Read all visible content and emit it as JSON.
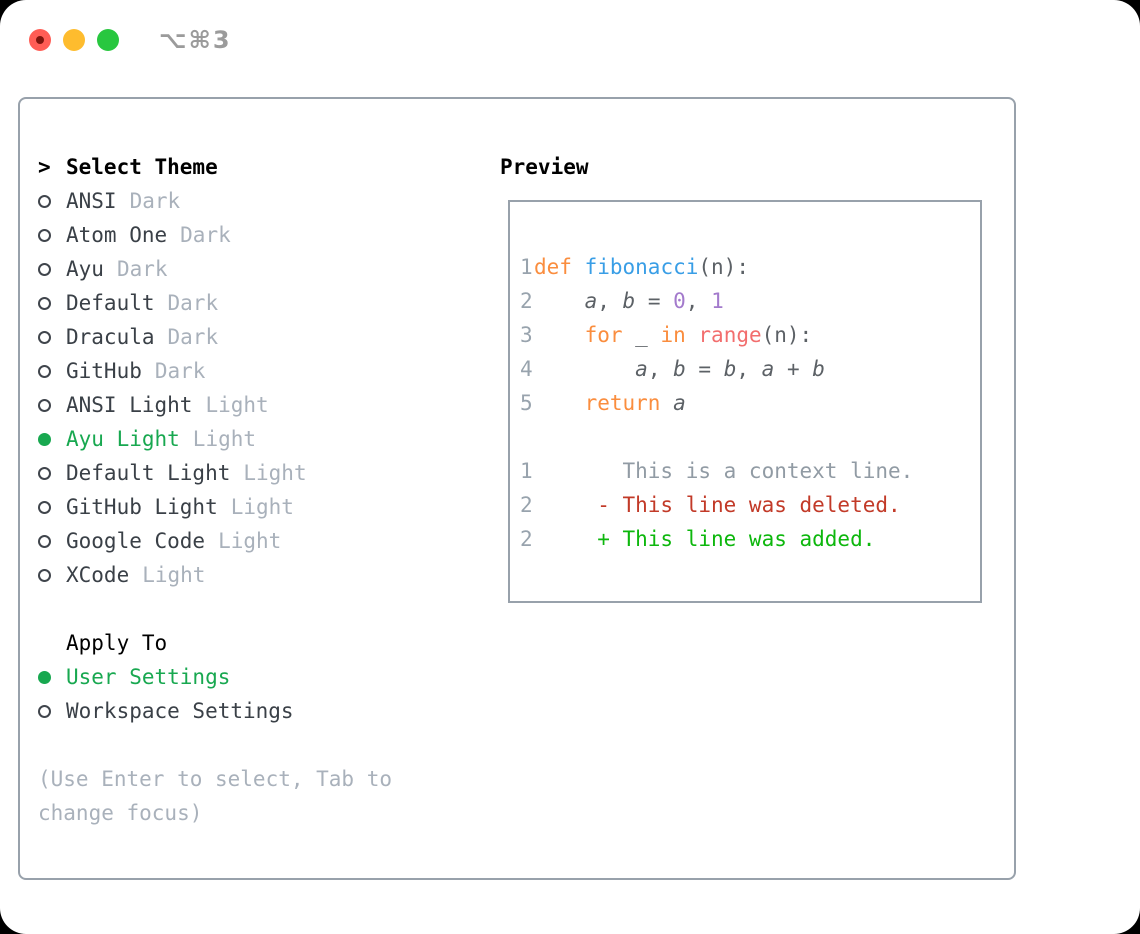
{
  "colors": {
    "green": "#18a850",
    "kw": "#fa8d3e",
    "fn": "#399ee6",
    "num": "#a37acc",
    "call": "#f26e6e",
    "code": "#5c6166",
    "ctx": "#919ba4",
    "del": "#c23a28",
    "add": "#0db70d",
    "border": "#98a1ab",
    "muted": "#a9b1bb",
    "nametext": "#3a4047",
    "lnum": "#98a3ad",
    "titlegray": "#9b9b9b"
  },
  "titlebar": {
    "shortcut": "⌥⌘3"
  },
  "panel": {
    "prompt": ">",
    "title": "Select Theme",
    "themes": [
      {
        "name": "ANSI",
        "variant": "Dark",
        "selected": false
      },
      {
        "name": "Atom One",
        "variant": "Dark",
        "selected": false
      },
      {
        "name": "Ayu",
        "variant": "Dark",
        "selected": false
      },
      {
        "name": "Default",
        "variant": "Dark",
        "selected": false
      },
      {
        "name": "Dracula",
        "variant": "Dark",
        "selected": false
      },
      {
        "name": "GitHub",
        "variant": "Dark",
        "selected": false
      },
      {
        "name": "ANSI Light",
        "variant": "Light",
        "selected": false
      },
      {
        "name": "Ayu Light",
        "variant": "Light",
        "selected": true
      },
      {
        "name": "Default Light",
        "variant": "Light",
        "selected": false
      },
      {
        "name": "GitHub Light",
        "variant": "Light",
        "selected": false
      },
      {
        "name": "Google Code",
        "variant": "Light",
        "selected": false
      },
      {
        "name": "XCode",
        "variant": "Light",
        "selected": false
      }
    ],
    "apply_title": "Apply To",
    "apply_options": [
      {
        "label": "User Settings",
        "selected": true
      },
      {
        "label": "Workspace Settings",
        "selected": false
      }
    ],
    "hint": "(Use Enter to select, Tab to change focus)"
  },
  "preview": {
    "title": "Preview",
    "code_lines": [
      {
        "num": "1",
        "tokens": [
          {
            "t": "def",
            "c": "kw"
          },
          {
            "t": " "
          },
          {
            "t": "fibonacci",
            "c": "fn"
          },
          {
            "t": "(n):"
          }
        ]
      },
      {
        "num": "2",
        "tokens": [
          {
            "t": "    "
          },
          {
            "t": "a",
            "c": "var"
          },
          {
            "t": ", "
          },
          {
            "t": "b",
            "c": "var"
          },
          {
            "t": " = "
          },
          {
            "t": "0",
            "c": "num"
          },
          {
            "t": ", "
          },
          {
            "t": "1",
            "c": "num"
          }
        ]
      },
      {
        "num": "3",
        "tokens": [
          {
            "t": "    "
          },
          {
            "t": "for",
            "c": "kw"
          },
          {
            "t": " _ "
          },
          {
            "t": "in",
            "c": "kw"
          },
          {
            "t": " "
          },
          {
            "t": "range",
            "c": "call"
          },
          {
            "t": "(n):"
          }
        ]
      },
      {
        "num": "4",
        "tokens": [
          {
            "t": "        "
          },
          {
            "t": "a",
            "c": "var"
          },
          {
            "t": ", "
          },
          {
            "t": "b",
            "c": "var"
          },
          {
            "t": " = "
          },
          {
            "t": "b",
            "c": "var"
          },
          {
            "t": ", "
          },
          {
            "t": "a",
            "c": "var"
          },
          {
            "t": " + "
          },
          {
            "t": "b",
            "c": "var"
          }
        ]
      },
      {
        "num": "5",
        "tokens": [
          {
            "t": "    "
          },
          {
            "t": "return",
            "c": "kw"
          },
          {
            "t": " "
          },
          {
            "t": "a",
            "c": "var"
          }
        ]
      },
      {
        "num": "",
        "tokens": []
      },
      {
        "num": "1",
        "tokens": [
          {
            "t": "       This is a context line.",
            "c": "ctx"
          }
        ]
      },
      {
        "num": "2",
        "tokens": [
          {
            "t": "     - This line was deleted.",
            "c": "del"
          }
        ]
      },
      {
        "num": "2",
        "tokens": [
          {
            "t": "     + This line was added.",
            "c": "add"
          }
        ]
      }
    ]
  }
}
